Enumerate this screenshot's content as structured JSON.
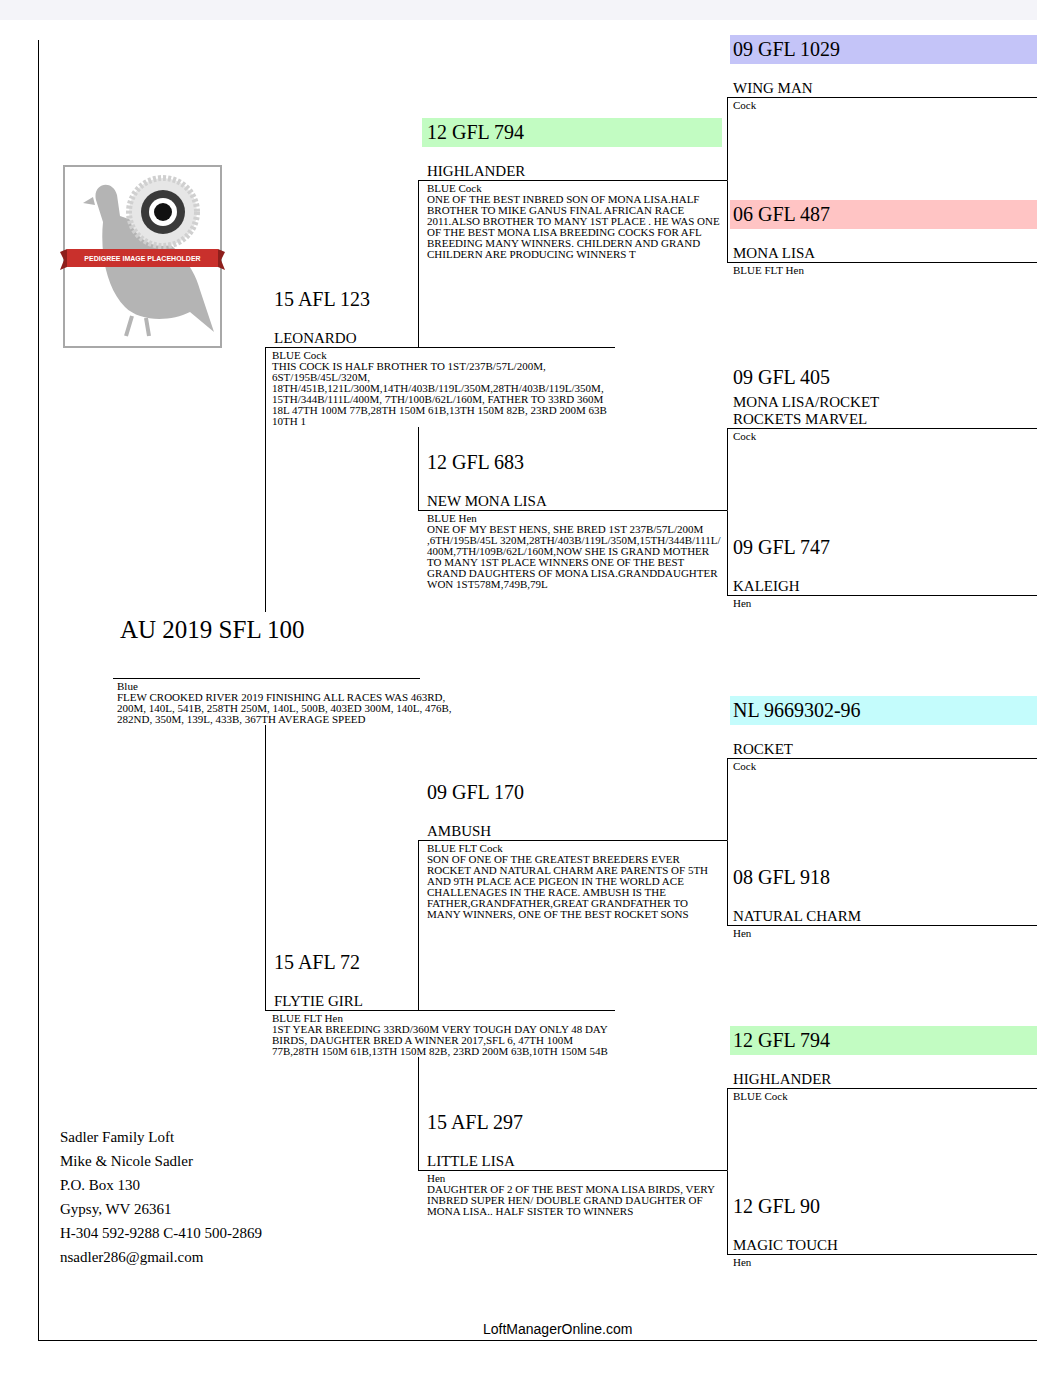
{
  "diagram": {
    "nodes": [
      {
        "text": [
          "AU 2019 SFL 100",
          "Blue",
          "FLEW CROOKED RIVER 2019 FINISHING ALL RACES WAS 463RD, 200M, 140L, 541B, 258TH 250M, 140L, 500B, 403ED 300M, 140L, 476B, 282ND, 350M, 139L, 433B, 367TH AVERAGE SPEED"
        ]
      },
      {
        "text": [
          "15 AFL 123",
          "LEONARDO",
          "BLUE Cock",
          "THIS COCK IS HALF BROTHER TO 1ST/237B/57L/200M, 6ST/195B/45L/320M, 18TH/451B,121L/300M,14TH/403B/119L/350M,28TH/403B/119L/350M, 15TH/344B/111L/400M, 7TH/100B/62L/160M, FATHER TO 33RD 360M 18L 47TH 100M 77B,28TH 150M 61B,13TH 150M 82B, 23RD 200M 63B 10TH 1"
        ]
      },
      {
        "text": [
          "12 GFL 794",
          "HIGHLANDER",
          "BLUE Cock",
          "ONE OF THE BEST INBRED SON OF MONA LISA.HALF BROTHER TO MIKE GANUS FINAL AFRICAN RACE 2011.ALSO BROTHER TO MANY 1ST PLACE . HE WAS ONE OF THE BEST MONA LISA BREEDING COCKS FOR AFL BREEDING MANY WINNERS. CHILDERN AND GRAND CHILDERN ARE PRODUCING WINNERS T"
        ]
      },
      {
        "text": [
          "09 GFL 1029",
          "WING MAN",
          "Cock"
        ]
      },
      {
        "text": [
          "06 GFL 487",
          "MONA LISA",
          "BLUE FLT Hen"
        ]
      },
      {
        "text": [
          "12 GFL 683",
          "NEW MONA LISA",
          "BLUE Hen",
          "ONE OF MY BEST HENS, SHE BRED 1ST 237B/57L/200M ,6TH/195B/45L 320M,28TH/403B/119L/350M,15TH/344B/111L/ 400M,7TH/109B/62L/160M,NOW SHE IS GRAND MOTHER TO MANY 1ST PLACE WINNERS ONE OF THE BEST GRAND DAUGHTERS OF MONA LISA.GRANDDAUGHTER WON 1ST578M,749B,79L"
        ]
      },
      {
        "text": [
          "09 GFL 405",
          "MONA LISA/ROCKET ROCKETS MARVEL",
          "Cock"
        ]
      },
      {
        "text": [
          "09 GFL 747",
          "KALEIGH",
          "Hen"
        ]
      },
      {
        "text": [
          "15 AFL 72",
          "FLYTIE GIRL",
          "BLUE FLT Hen",
          "1ST YEAR BREEDING 33RD/360M VERY TOUGH DAY ONLY 48 DAY BIRDS, DAUGHTER BRED A WINNER 2017,SFL 6, 47TH 100M 77B,28TH 150M 61B,13TH 150M 82B, 23RD 200M 63B,10TH 150M 54B"
        ]
      },
      {
        "text": [
          "09 GFL 170",
          "AMBUSH",
          "BLUE FLT Cock",
          "SON OF ONE OF THE GREATEST BREEDERS EVER ROCKET AND NATURAL CHARM ARE PARENTS OF 5TH AND 9TH PLACE ACE PIGEON IN THE WORLD ACE CHALLENAGES IN THE RACE. AMBUSH IS THE FATHER,GRANDFATHER,GREAT GRANDFATHER TO MANY WINNERS, ONE OF THE BEST ROCKET SONS"
        ]
      },
      {
        "text": [
          "NL 9669302-96",
          "ROCKET",
          "Cock"
        ]
      },
      {
        "text": [
          "08 GFL 918",
          "NATURAL CHARM",
          "Hen"
        ]
      },
      {
        "text": [
          "15 AFL 297",
          "LITTLE LISA",
          "Hen",
          "DAUGHTER OF 2 OF THE BEST MONA LISA BIRDS, VERY INBRED SUPER HEN/ DOUBLE GRAND DAUGHTER OF MONA LISA.. HALF SISTER TO WINNERS"
        ]
      },
      {
        "text": [
          "12 GFL 794",
          "HIGHLANDER",
          "BLUE Cock"
        ]
      },
      {
        "text": [
          "12 GFL 90",
          "MAGIC TOUCH",
          "Hen"
        ]
      }
    ],
    "edges": [
      {
        "from": 0,
        "to": 1,
        "arrow": "none"
      },
      {
        "from": 0,
        "to": 8,
        "arrow": "none"
      },
      {
        "from": 1,
        "to": 2,
        "arrow": "none"
      },
      {
        "from": 1,
        "to": 5,
        "arrow": "none"
      },
      {
        "from": 2,
        "to": 3,
        "arrow": "none"
      },
      {
        "from": 2,
        "to": 4,
        "arrow": "none"
      },
      {
        "from": 5,
        "to": 6,
        "arrow": "none"
      },
      {
        "from": 5,
        "to": 7,
        "arrow": "none"
      },
      {
        "from": 8,
        "to": 9,
        "arrow": "none"
      },
      {
        "from": 8,
        "to": 12,
        "arrow": "none"
      },
      {
        "from": 9,
        "to": 10,
        "arrow": "none"
      },
      {
        "from": 9,
        "to": 11,
        "arrow": "none"
      },
      {
        "from": 12,
        "to": 13,
        "arrow": "none"
      },
      {
        "from": 12,
        "to": 14,
        "arrow": "none"
      }
    ],
    "labels": [
      "PEDIGREE IMAGE PLACEHOLDER",
      "Sadler Family Loft",
      "Mike & Nicole Sadler",
      "P.O. Box 130",
      "Gypsy, WV 26361",
      "H-304 592-9288 C-410 500-2869",
      "nsadler286@gmail.com",
      "LoftManagerOnline.com"
    ]
  }
}
